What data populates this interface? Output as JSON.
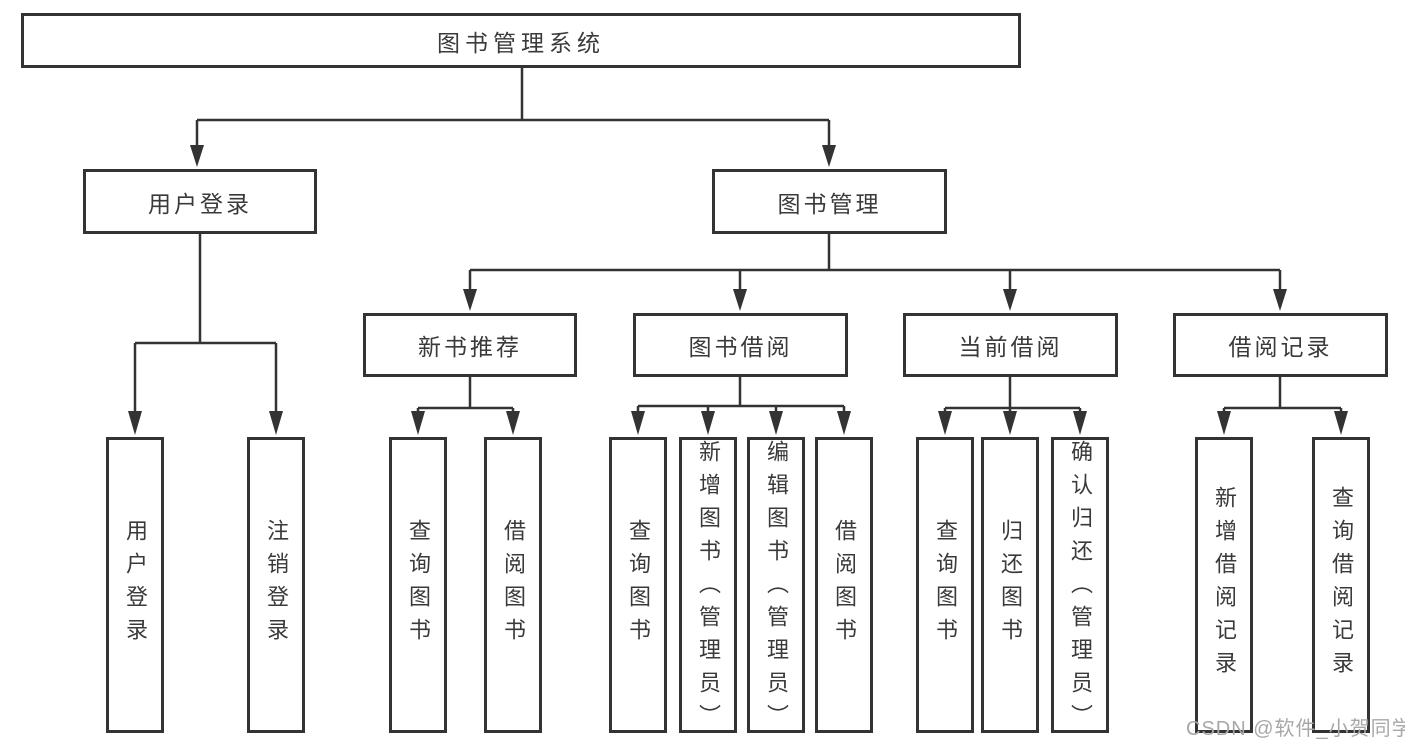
{
  "diagram_type": "hierarchy-tree",
  "colors": {
    "line": "#333333",
    "box_border": "#333333",
    "text": "#3a3a3a",
    "background": "#ffffff",
    "watermark": "#a8a8a8"
  },
  "tree": {
    "root": {
      "label": "图书管理系统",
      "children": [
        {
          "label": "用户登录",
          "children": [
            {
              "label": "用户登录"
            },
            {
              "label": "注销登录"
            }
          ]
        },
        {
          "label": "图书管理",
          "children": [
            {
              "label": "新书推荐",
              "children": [
                {
                  "label": "查询图书"
                },
                {
                  "label": "借阅图书"
                }
              ]
            },
            {
              "label": "图书借阅",
              "children": [
                {
                  "label": "查询图书"
                },
                {
                  "label": "新增图书（管理员）"
                },
                {
                  "label": "编辑图书（管理员）"
                },
                {
                  "label": "借阅图书"
                }
              ]
            },
            {
              "label": "当前借阅",
              "children": [
                {
                  "label": "查询图书"
                },
                {
                  "label": "归还图书"
                },
                {
                  "label": "确认归还（管理员）"
                }
              ]
            },
            {
              "label": "借阅记录",
              "children": [
                {
                  "label": "新增借阅记录"
                },
                {
                  "label": "查询借阅记录"
                }
              ]
            }
          ]
        }
      ]
    }
  },
  "watermark": "CSDN @软件_小贺同学"
}
